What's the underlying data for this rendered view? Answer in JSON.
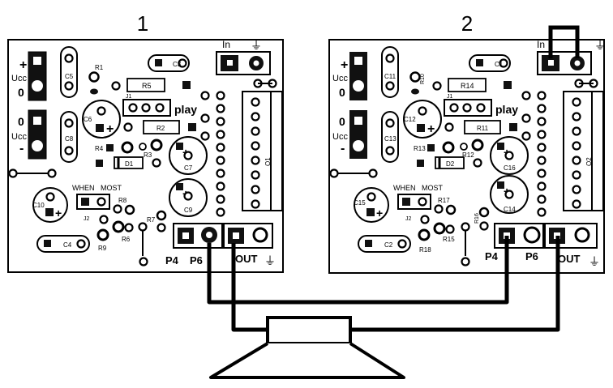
{
  "board_titles": [
    "1",
    "2"
  ],
  "board1": {
    "supply": {
      "plus": "+",
      "ucc_top": "Ucc",
      "zero_top": "0",
      "zero_bottom": "0",
      "ucc_bottom": "Ucc",
      "minus": "-"
    },
    "input": {
      "label": "In",
      "ground": "⏚"
    },
    "play": "play",
    "when": "WHEN",
    "most": "MOST",
    "output": {
      "label": "OUT",
      "ground": "⏚"
    },
    "pins": {
      "p4": "P4",
      "p6": "P6"
    },
    "parts": {
      "C5": "C5",
      "C8": "C8",
      "C3": "C3",
      "R1": "R1",
      "R5": "R5",
      "J1": "J1",
      "C6": "C6",
      "R2": "R2",
      "R4": "R4",
      "R3": "R3",
      "D1": "D1",
      "C7": "C7",
      "Q1": "Q1",
      "C10": "C10",
      "J2": "J2",
      "R8": "R8",
      "R7": "R7",
      "C9": "C9",
      "R6": "R6",
      "R9": "R9",
      "C4": "C4"
    }
  },
  "board2": {
    "supply": {
      "plus": "+",
      "ucc_top": "Ucc",
      "zero_top": "0",
      "zero_bottom": "0",
      "ucc_bottom": "Ucc",
      "minus": "-"
    },
    "input": {
      "label": "In",
      "ground": "⏚"
    },
    "play": "play",
    "when": "WHEN",
    "most": "MOST",
    "output": {
      "label": "OUT",
      "ground": "⏚"
    },
    "pins": {
      "p4": "P4",
      "p6": "P6"
    },
    "parts": {
      "C11": "C11",
      "C13": "C13",
      "C1": "C1",
      "R10": "R10",
      "R14": "R14",
      "J1": "J1",
      "C12": "C12",
      "R11": "R11",
      "R13": "R13",
      "R12": "R12",
      "D2": "D2",
      "C16": "C16",
      "Q2": "Q2",
      "C15": "C15",
      "J2": "J2",
      "R17": "R17",
      "R16": "R16",
      "C14": "C14",
      "R15": "R15",
      "R18": "R18",
      "C2": "C2"
    }
  }
}
